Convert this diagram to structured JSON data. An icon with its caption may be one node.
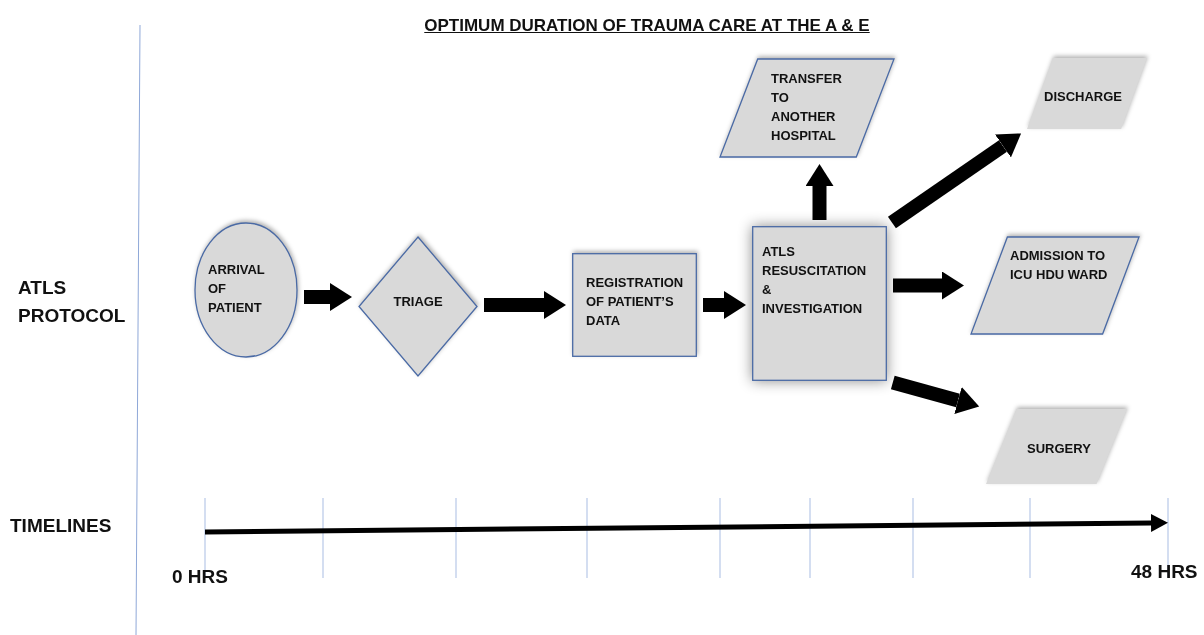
{
  "diagram": {
    "title": "OPTIMUM DURATION OF TRAUMA CARE AT THE A & E",
    "nodes": [
      {
        "text": [
          "ARRIVAL OF PATIENT"
        ]
      },
      {
        "text": [
          "TRIAGE"
        ]
      },
      {
        "text": [
          "REGISTRATION OF PATIENT’S DATA"
        ]
      },
      {
        "text": [
          "ATLS RESUSCITATION & INVESTIGATION"
        ]
      },
      {
        "text": [
          "TRANSFER TO ANOTHER HOSPITAL"
        ]
      },
      {
        "text": [
          "DISCHARGE"
        ]
      },
      {
        "text": [
          "ADMISSION TO ICU HDU WARD"
        ]
      },
      {
        "text": [
          "SURGERY"
        ]
      }
    ],
    "edges": [
      {
        "from": 0,
        "to": 1,
        "arrow": "to"
      },
      {
        "from": 1,
        "to": 2,
        "arrow": "to"
      },
      {
        "from": 2,
        "to": 3,
        "arrow": "to"
      },
      {
        "from": 3,
        "to": 4,
        "arrow": "to"
      },
      {
        "from": 3,
        "to": 5,
        "arrow": "to"
      },
      {
        "from": 3,
        "to": 6,
        "arrow": "to"
      },
      {
        "from": 3,
        "to": 7,
        "arrow": "to"
      }
    ],
    "labels": [
      "ATLS PROTOCOL",
      "TIMELINES",
      "0 HRS",
      "48 HRS"
    ]
  }
}
